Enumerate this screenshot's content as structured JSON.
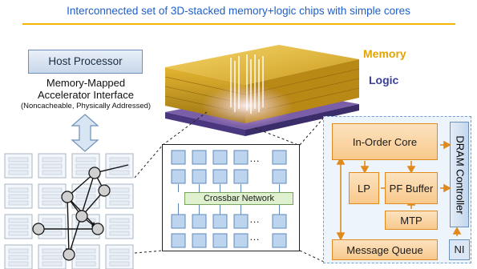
{
  "title": "Interconnected set of 3D-stacked memory+logic chips with simple cores",
  "host": {
    "label": "Host Processor"
  },
  "interface": {
    "line1": "Memory-Mapped",
    "line2": "Accelerator Interface",
    "line3": "(Noncacheable, Physically Addressed)"
  },
  "stack": {
    "memory_label": "Memory",
    "logic_label": "Logic"
  },
  "network": {
    "crossbar_label": "Crossbar Network",
    "ellipsis": "…"
  },
  "core_detail": {
    "in_order_core": "In-Order Core",
    "lp": "LP",
    "pf_buffer": "PF Buffer",
    "mtp": "MTP",
    "message_queue": "Message Queue",
    "ni": "NI",
    "dram_controller": "DRAM Controller"
  },
  "colors": {
    "title": "#1f5fc7",
    "accent_line": "#f4b400",
    "memory": "#e2a400",
    "logic": "#3a3f9c",
    "orange": "#f8c98c",
    "crossbar": "#dff0cf",
    "vault": "#bcd4ee"
  }
}
